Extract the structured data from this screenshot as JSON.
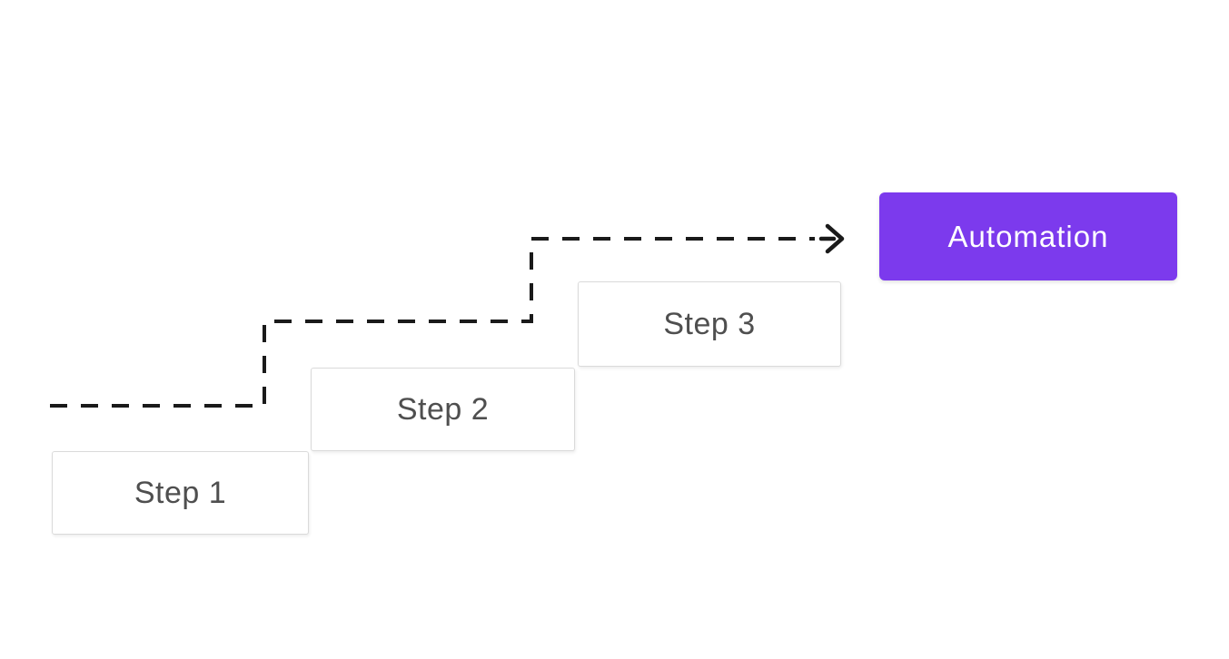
{
  "diagram": {
    "title": "steps-to-automation-flow",
    "steps": [
      {
        "label": "Step 1"
      },
      {
        "label": "Step 2"
      },
      {
        "label": "Step 3"
      }
    ],
    "automation": {
      "label": "Automation",
      "background": "#7c3aed",
      "text_color": "#ffffff"
    },
    "arrow": {
      "style": "dashed",
      "color": "#1a1a1a",
      "direction": "up-staircase-left-to-right",
      "points_to": "Automation"
    },
    "step_box": {
      "background": "#ffffff",
      "border_color": "#dadada",
      "text_color": "#4f4f4f"
    }
  }
}
